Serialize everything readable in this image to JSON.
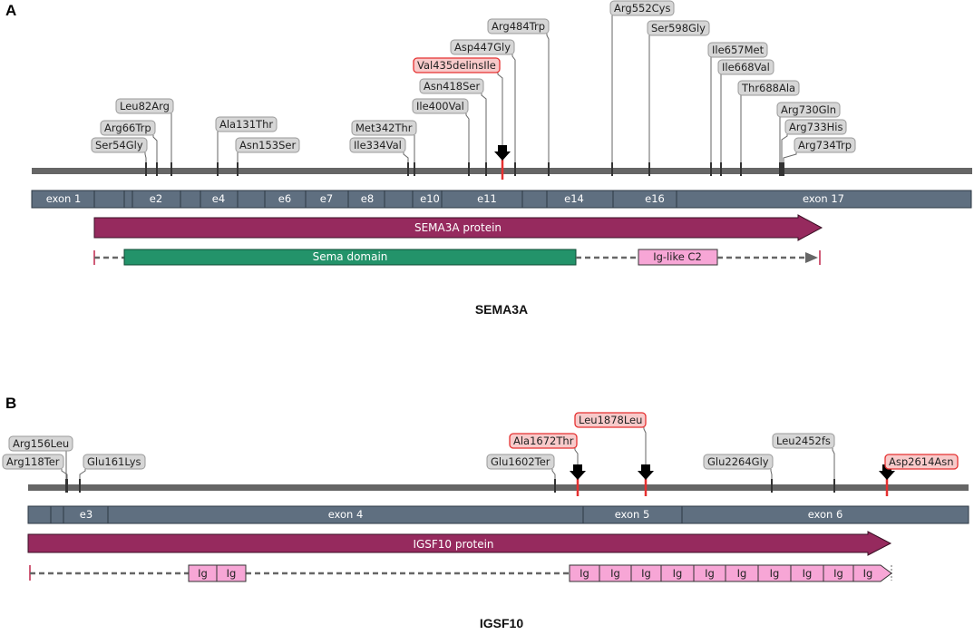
{
  "panelA": {
    "letter": "A",
    "gene": "SEMA3A",
    "variants": [
      {
        "label": "Ser54Gly",
        "highlight": false
      },
      {
        "label": "Arg66Trp",
        "highlight": false
      },
      {
        "label": "Leu82Arg",
        "highlight": false
      },
      {
        "label": "Ala131Thr",
        "highlight": false
      },
      {
        "label": "Asn153Ser",
        "highlight": false
      },
      {
        "label": "Ile334Val",
        "highlight": false
      },
      {
        "label": "Met342Thr",
        "highlight": false
      },
      {
        "label": "Ile400Val",
        "highlight": false
      },
      {
        "label": "Asn418Ser",
        "highlight": false
      },
      {
        "label": "Val435delinsIle",
        "highlight": true
      },
      {
        "label": "Asp447Gly",
        "highlight": false
      },
      {
        "label": "Arg484Trp",
        "highlight": false
      },
      {
        "label": "Arg552Cys",
        "highlight": false
      },
      {
        "label": "Ser598Gly",
        "highlight": false
      },
      {
        "label": "Ile657Met",
        "highlight": false
      },
      {
        "label": "Ile668Val",
        "highlight": false
      },
      {
        "label": "Thr688Ala",
        "highlight": false
      },
      {
        "label": "Arg730Gln",
        "highlight": false
      },
      {
        "label": "Arg733His",
        "highlight": false
      },
      {
        "label": "Arg734Trp",
        "highlight": false
      }
    ],
    "exons": [
      "exon 1",
      "e2",
      "e4",
      "e6",
      "e7",
      "e8",
      "e10",
      "e11",
      "e14",
      "e16",
      "exon 17"
    ],
    "protein": "SEMA3A protein",
    "domains": [
      "Sema domain",
      "Ig-like C2"
    ]
  },
  "panelB": {
    "letter": "B",
    "gene": "IGSF10",
    "variants": [
      {
        "label": "Arg156Leu",
        "highlight": false
      },
      {
        "label": "Arg118Ter",
        "highlight": false
      },
      {
        "label": "Glu161Lys",
        "highlight": false
      },
      {
        "label": "Glu1602Ter",
        "highlight": false
      },
      {
        "label": "Ala1672Thr",
        "highlight": true
      },
      {
        "label": "Leu1878Leu",
        "highlight": true
      },
      {
        "label": "Glu2264Gly",
        "highlight": false
      },
      {
        "label": "Leu2452fs",
        "highlight": false
      },
      {
        "label": "Asp2614Asn",
        "highlight": true
      }
    ],
    "exons": [
      "e3",
      "exon 4",
      "exon 5",
      "exon 6"
    ],
    "protein": "IGSF10 protein",
    "domain_label": "Ig"
  },
  "colors": {
    "exon_fill": "#5f6f80",
    "protein_fill": "#962a5e",
    "sema_domain": "#23936a",
    "ig_domain": "#f7a6d6",
    "label_fill": "#d6d6d6",
    "highlight_fill": "#f8caca",
    "highlight_stroke": "#e53030",
    "track": "#666666",
    "dashed_line": "#666666"
  }
}
